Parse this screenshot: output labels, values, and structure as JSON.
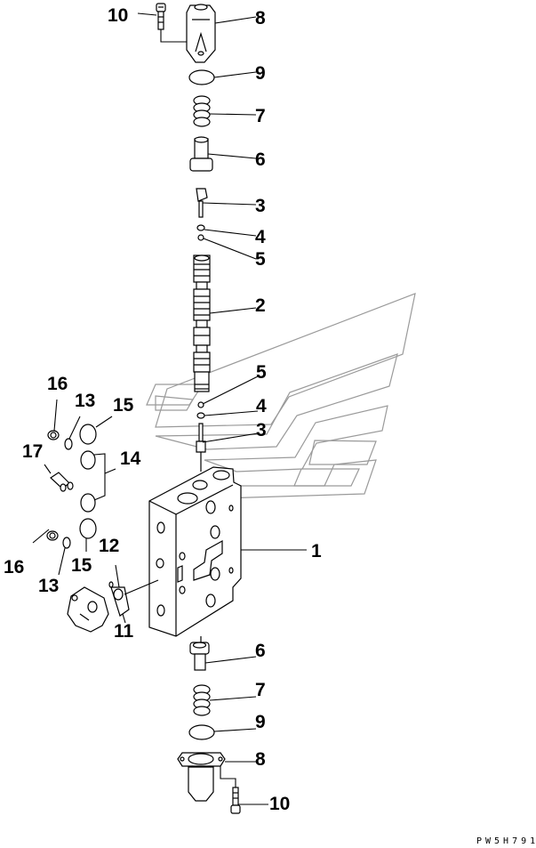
{
  "diagram": {
    "title": "Control valve exploded parts view",
    "drawing_code": "PW5H791",
    "callouts": [
      {
        "id": "c10a",
        "number": "10",
        "part": "bolt"
      },
      {
        "id": "c8a",
        "number": "8",
        "part": "cap"
      },
      {
        "id": "c9a",
        "number": "9",
        "part": "o-ring"
      },
      {
        "id": "c7a",
        "number": "7",
        "part": "spring"
      },
      {
        "id": "c6a",
        "number": "6",
        "part": "retainer"
      },
      {
        "id": "c3a",
        "number": "3",
        "part": "plug"
      },
      {
        "id": "c4a",
        "number": "4",
        "part": "o-ring"
      },
      {
        "id": "c5a",
        "number": "5",
        "part": "backup-ring"
      },
      {
        "id": "c2",
        "number": "2",
        "part": "spool"
      },
      {
        "id": "c5b",
        "number": "5",
        "part": "backup-ring"
      },
      {
        "id": "c4b",
        "number": "4",
        "part": "o-ring"
      },
      {
        "id": "c3b",
        "number": "3",
        "part": "plug"
      },
      {
        "id": "c1",
        "number": "1",
        "part": "valve-body"
      },
      {
        "id": "c16a",
        "number": "16",
        "part": "plug"
      },
      {
        "id": "c13a",
        "number": "13",
        "part": "o-ring"
      },
      {
        "id": "c15a",
        "number": "15",
        "part": "o-ring"
      },
      {
        "id": "c17",
        "number": "17",
        "part": "plug"
      },
      {
        "id": "c14",
        "number": "14",
        "part": "o-ring"
      },
      {
        "id": "c16b",
        "number": "16",
        "part": "plug"
      },
      {
        "id": "c13b",
        "number": "13",
        "part": "o-ring"
      },
      {
        "id": "c15b",
        "number": "15",
        "part": "o-ring"
      },
      {
        "id": "c12",
        "number": "12",
        "part": "o-ring"
      },
      {
        "id": "c11",
        "number": "11",
        "part": "valve-assembly"
      },
      {
        "id": "c6b",
        "number": "6",
        "part": "retainer"
      },
      {
        "id": "c7b",
        "number": "7",
        "part": "spring"
      },
      {
        "id": "c9b",
        "number": "9",
        "part": "o-ring"
      },
      {
        "id": "c8b",
        "number": "8",
        "part": "cap"
      },
      {
        "id": "c10b",
        "number": "10",
        "part": "bolt"
      }
    ]
  }
}
